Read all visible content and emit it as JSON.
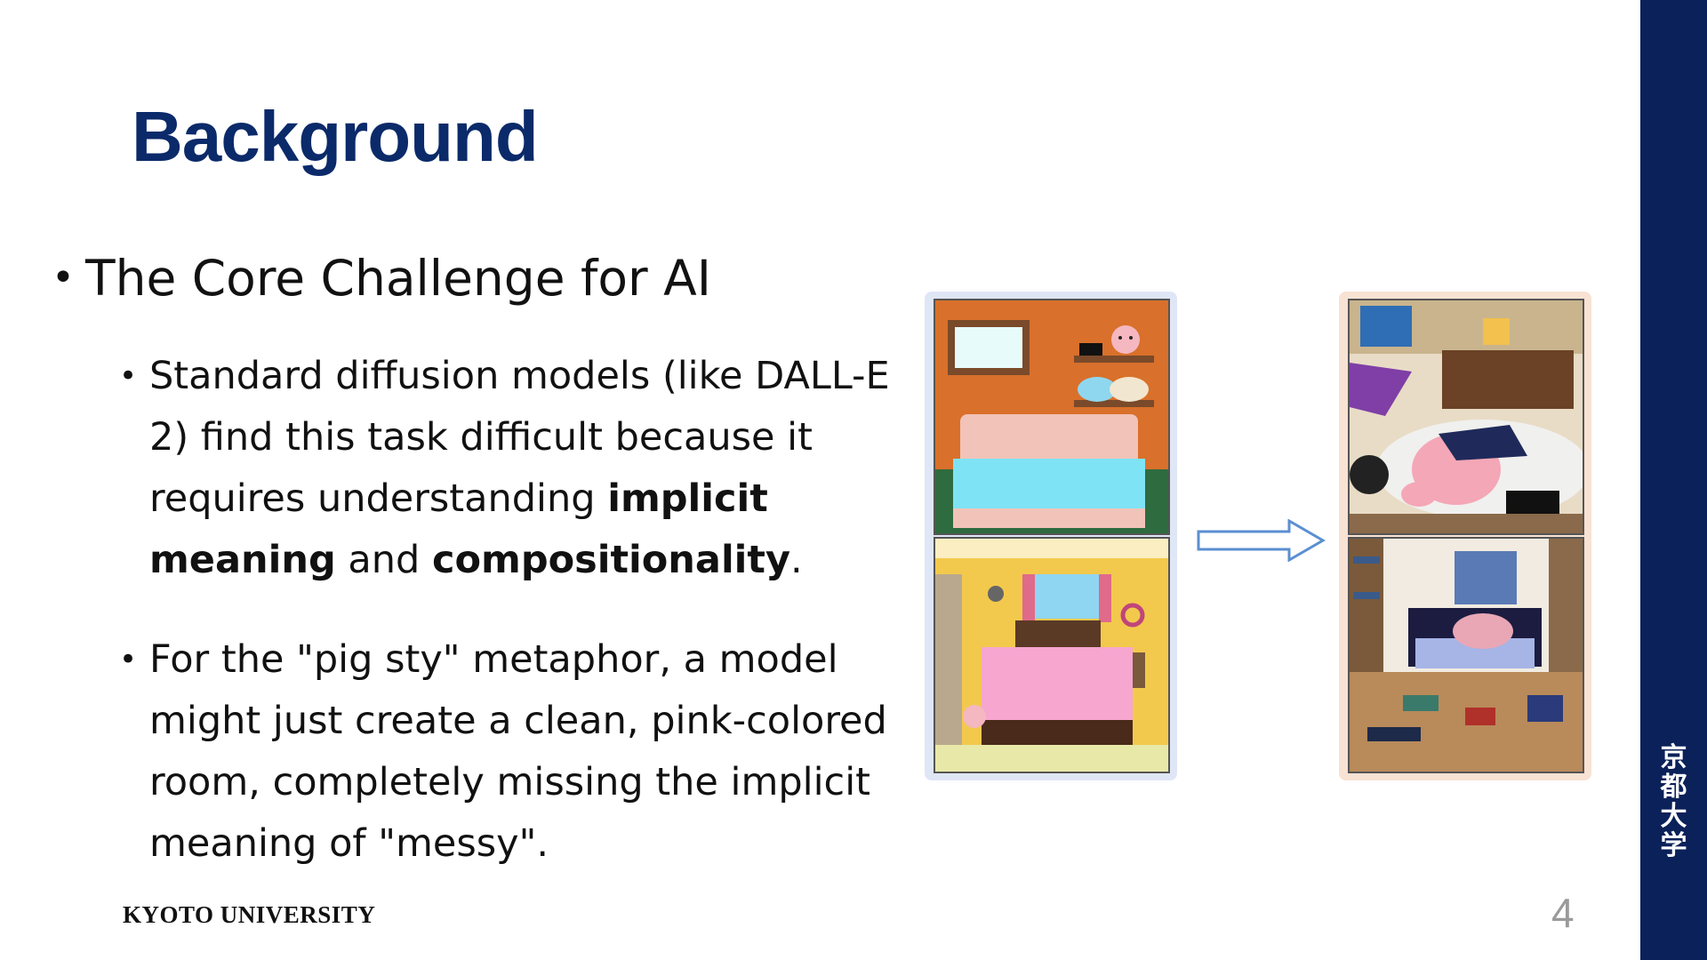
{
  "slide": {
    "title": "Background",
    "bullets": {
      "main": "The Core Challenge for AI",
      "sub1": {
        "text_a": "Standard diffusion models (like DALL-E 2) find this task difficult because it requires understanding ",
        "bold_a": "implicit meaning",
        "text_b": " and ",
        "bold_b": "compositionality",
        "text_c": "."
      },
      "sub2": "For the \"pig sty\" metaphor, a model might just create a clean, pink-colored room, completely missing the implicit meaning of \"messy\"."
    },
    "footer": {
      "brand": "KYOTO UNIVERSITY",
      "page_number": "4"
    },
    "sidebar": {
      "chars": [
        "京",
        "都",
        "大",
        "学"
      ]
    }
  },
  "colors": {
    "sidebar": "#0b2159",
    "title": "#0b2a6a",
    "left_panel_border": "#dfe6f6",
    "right_panel_border": "#f8e2d3",
    "arrow": "#5b8fd1"
  }
}
